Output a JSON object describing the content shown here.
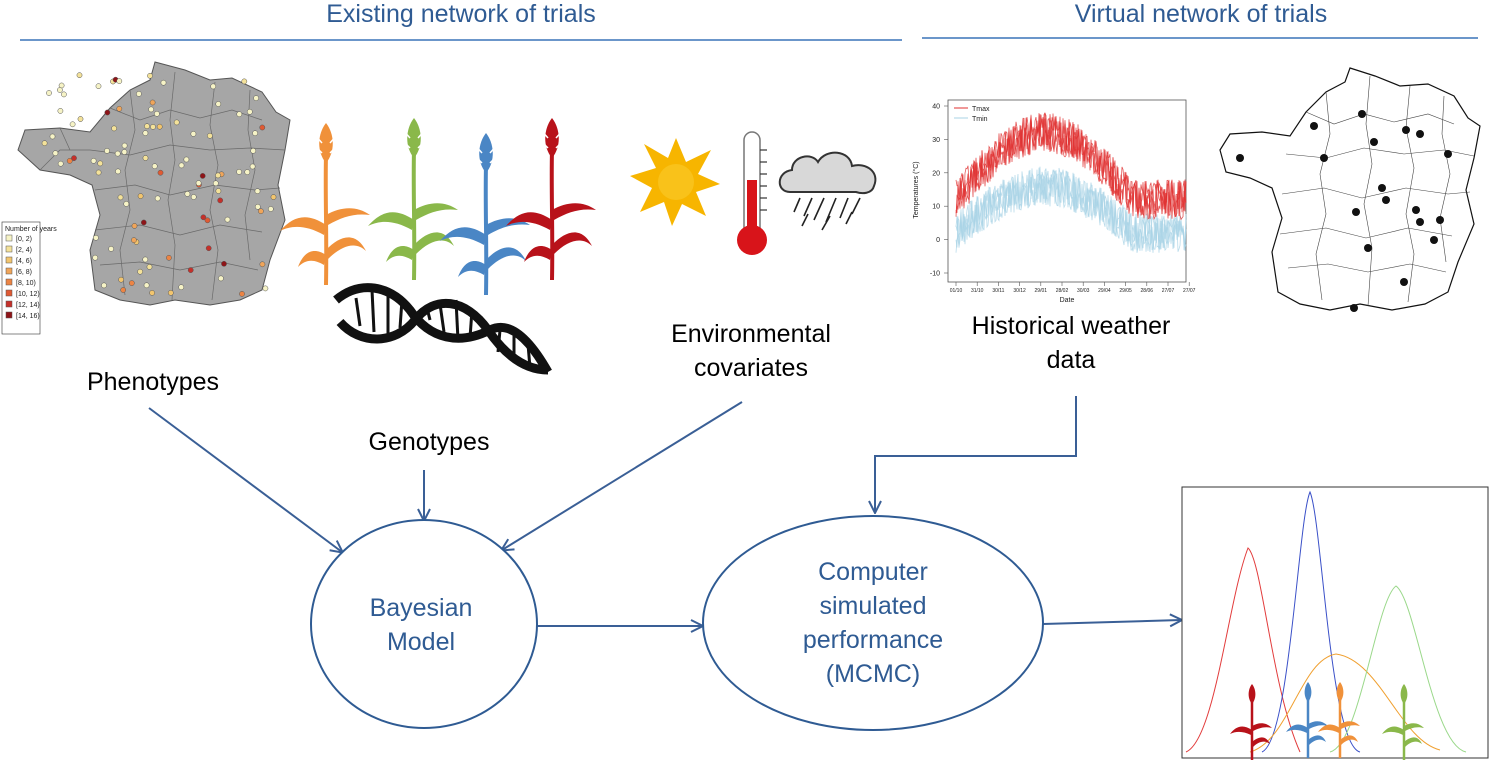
{
  "headers": {
    "existing": "Existing network of trials",
    "virtual": "Virtual network of trials"
  },
  "labels": {
    "phenotypes": "Phenotypes",
    "genotypes": "Genotypes",
    "env_line1": "Environmental",
    "env_line2": "covariates",
    "weather_line1": "Historical weather",
    "weather_line2": "data"
  },
  "nodes": {
    "bayes_line1": "Bayesian",
    "bayes_line2": "Model",
    "sim_line1": "Computer",
    "sim_line2": "simulated",
    "sim_line3": "performance",
    "sim_line4": "(MCMC)"
  },
  "map_legend": {
    "title": "Number of years",
    "items": [
      {
        "label": "[0, 2)",
        "color": "#f6f3c6"
      },
      {
        "label": "[2, 4)",
        "color": "#f4e29a"
      },
      {
        "label": "[4, 6)",
        "color": "#f2c56e"
      },
      {
        "label": "[6, 8)",
        "color": "#f0a55a"
      },
      {
        "label": "[8, 10)",
        "color": "#ec8444"
      },
      {
        "label": "[10, 12)",
        "color": "#e05a33"
      },
      {
        "label": "[12, 14)",
        "color": "#c5302a"
      },
      {
        "label": "[14, 16)",
        "color": "#8e1418"
      }
    ]
  },
  "weather_chart": {
    "ylabel": "Temperatures (°C)",
    "xlabel": "Date",
    "yticks": [
      "40",
      "30",
      "20",
      "10",
      "0",
      "-10"
    ],
    "xticks": [
      "01/10",
      "31/10",
      "30/11",
      "30/12",
      "29/01",
      "28/02",
      "30/03",
      "29/04",
      "29/05",
      "28/06",
      "27/07",
      "27/07"
    ],
    "legend": [
      {
        "name": "Tmax",
        "color": "#e03030"
      },
      {
        "name": "Tmin",
        "color": "#a9d3e6"
      }
    ]
  },
  "colors": {
    "accent": "#2f5b93",
    "crop_orange": "#f0913a",
    "crop_green": "#8ab84a",
    "crop_blue": "#4a86c5",
    "crop_red": "#b8121a",
    "sun": "#f7b500",
    "thermo": "#d8141a"
  },
  "icons": [
    "sun-icon",
    "thermometer-icon",
    "rain-cloud-icon",
    "dna-icon",
    "wheat-icon"
  ]
}
